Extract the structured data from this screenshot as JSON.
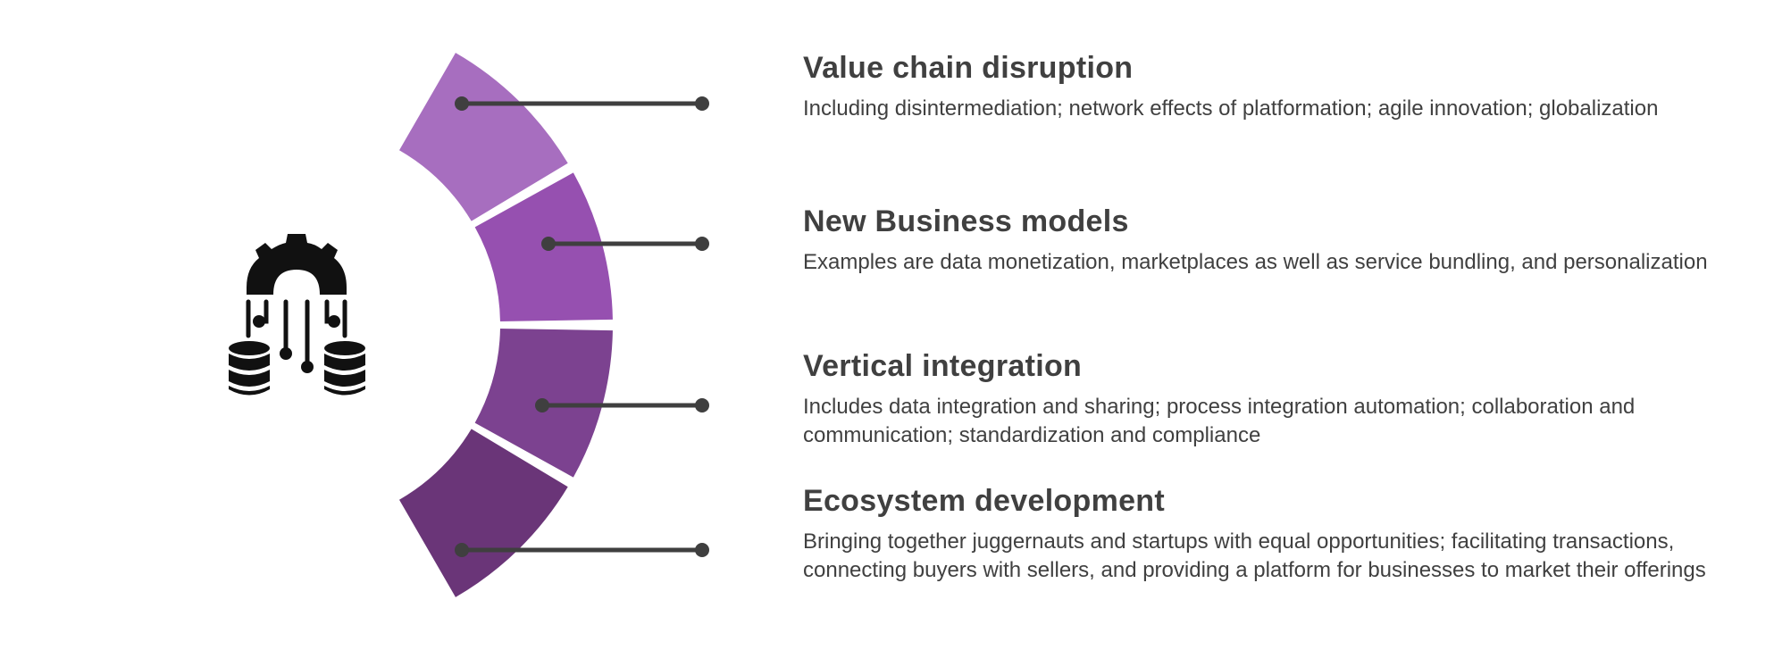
{
  "icon": "gear-data-network-icon",
  "colors": {
    "connector": "#3f3f3f",
    "text": "#404040",
    "heading": "#404040"
  },
  "items": [
    {
      "title": "Value chain disruption",
      "description": "Including disintermediation; network effects of platformation;  agile innovation; globalization",
      "color": "#a76ebf"
    },
    {
      "title": "New Business models",
      "description": "Examples are data monetization, marketplaces as well as service bundling, and personalization",
      "color": "#9650b0"
    },
    {
      "title": "Vertical integration",
      "description": "Includes data integration and sharing; process integration automation; collaboration and communication; standardization and compliance",
      "color": "#7c4290"
    },
    {
      "title": "Ecosystem development",
      "description": "Bringing together juggernauts and startups with equal opportunities; facilitating transactions, connecting buyers with sellers, and providing a platform for businesses to market their offerings",
      "color": "#6a3578"
    }
  ]
}
